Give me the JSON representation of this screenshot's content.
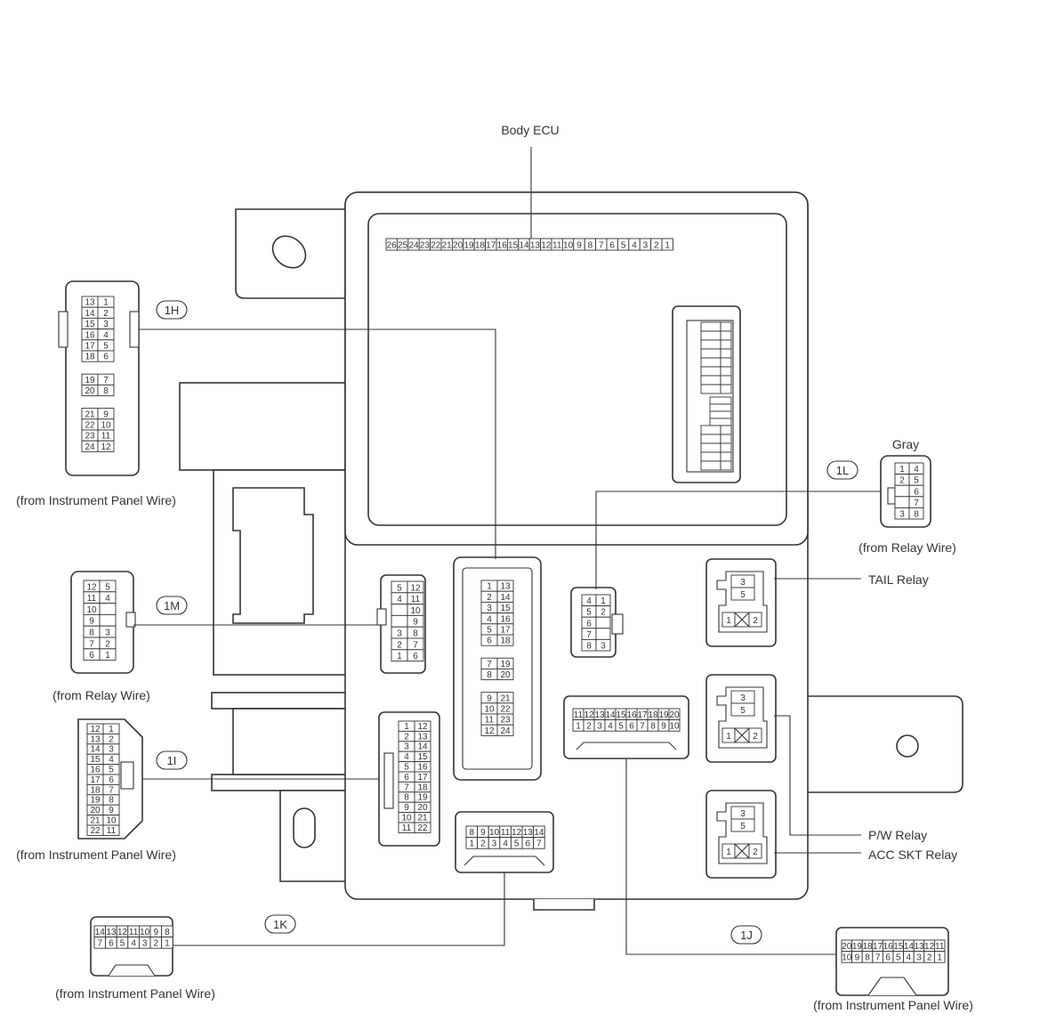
{
  "title": "Body ECU",
  "labels": {
    "gray": "Gray",
    "from_ip_wire": "(from Instrument Panel Wire)",
    "from_relay_wire": "(from Relay Wire)"
  },
  "relays": {
    "tail": "TAIL Relay",
    "pw": "P/W Relay",
    "acc": "ACC SKT Relay"
  },
  "relay_pins": {
    "top": "3",
    "mid": "5",
    "left": "1",
    "right": "2"
  },
  "connectors": {
    "1H": "1H",
    "1I": "1I",
    "1J": "1J",
    "1K": "1K",
    "1L": "1L",
    "1M": "1M"
  },
  "pins": {
    "ecu_top_row": [
      "26",
      "25",
      "24",
      "23",
      "22",
      "21",
      "20",
      "19",
      "18",
      "17",
      "16",
      "15",
      "14",
      "13",
      "12",
      "11",
      "10",
      "9",
      "8",
      "7",
      "6",
      "5",
      "4",
      "3",
      "2",
      "1"
    ],
    "h_ext": [
      [
        "13",
        "1"
      ],
      [
        "14",
        "2"
      ],
      [
        "15",
        "3"
      ],
      [
        "16",
        "4"
      ],
      [
        "17",
        "5"
      ],
      [
        "18",
        "6"
      ],
      null,
      [
        "19",
        "7"
      ],
      [
        "20",
        "8"
      ],
      null,
      [
        "21",
        "9"
      ],
      [
        "22",
        "10"
      ],
      [
        "23",
        "11"
      ],
      [
        "24",
        "12"
      ]
    ],
    "h_int": [
      [
        "1",
        "13"
      ],
      [
        "2",
        "14"
      ],
      [
        "3",
        "15"
      ],
      [
        "4",
        "16"
      ],
      [
        "5",
        "17"
      ],
      [
        "6",
        "18"
      ],
      null,
      [
        "7",
        "19"
      ],
      [
        "8",
        "20"
      ],
      null,
      [
        "9",
        "21"
      ],
      [
        "10",
        "22"
      ],
      [
        "11",
        "23"
      ],
      [
        "12",
        "24"
      ]
    ],
    "m_ext": [
      [
        "12",
        "5"
      ],
      [
        "11",
        "4"
      ],
      [
        "10",
        ""
      ],
      [
        "9",
        ""
      ],
      [
        "8",
        "3"
      ],
      [
        "7",
        "2"
      ],
      [
        "6",
        "1"
      ]
    ],
    "m_int": [
      [
        "5",
        "12"
      ],
      [
        "4",
        "11"
      ],
      [
        "",
        "10"
      ],
      [
        "",
        "9"
      ],
      [
        "3",
        "8"
      ],
      [
        "2",
        "7"
      ],
      [
        "1",
        "6"
      ]
    ],
    "l_ext": [
      [
        "1",
        "4"
      ],
      [
        "2",
        "5"
      ],
      [
        "",
        "6"
      ],
      [
        "",
        "7"
      ],
      [
        "3",
        "8"
      ]
    ],
    "l_int": [
      [
        "4",
        "1"
      ],
      [
        "5",
        "2"
      ],
      [
        "6",
        ""
      ],
      [
        "7",
        ""
      ],
      [
        "8",
        "3"
      ]
    ],
    "i_ext": [
      [
        "12",
        "1"
      ],
      [
        "13",
        "2"
      ],
      [
        "14",
        "3"
      ],
      [
        "15",
        "4"
      ],
      [
        "16",
        "5"
      ],
      [
        "17",
        "6"
      ],
      [
        "18",
        "7"
      ],
      [
        "19",
        "8"
      ],
      [
        "20",
        "9"
      ],
      [
        "21",
        "10"
      ],
      [
        "22",
        "11"
      ]
    ],
    "i_int": [
      [
        "1",
        "12"
      ],
      [
        "2",
        "13"
      ],
      [
        "3",
        "14"
      ],
      [
        "4",
        "15"
      ],
      [
        "5",
        "16"
      ],
      [
        "6",
        "17"
      ],
      [
        "7",
        "18"
      ],
      [
        "8",
        "19"
      ],
      [
        "9",
        "20"
      ],
      [
        "10",
        "21"
      ],
      [
        "11",
        "22"
      ]
    ],
    "k_int": [
      [
        "8",
        "9",
        "10",
        "11",
        "12",
        "13",
        "14"
      ],
      [
        "1",
        "2",
        "3",
        "4",
        "5",
        "6",
        "7"
      ]
    ],
    "k_ext": [
      [
        "14",
        "13",
        "12",
        "11",
        "10",
        "9",
        "8"
      ],
      [
        "7",
        "6",
        "5",
        "4",
        "3",
        "2",
        "1"
      ]
    ],
    "j_int": [
      [
        "11",
        "12",
        "13",
        "14",
        "15",
        "16",
        "17",
        "18",
        "19",
        "20"
      ],
      [
        "1",
        "2",
        "3",
        "4",
        "5",
        "6",
        "7",
        "8",
        "9",
        "10"
      ]
    ],
    "j_ext": [
      [
        "20",
        "19",
        "18",
        "17",
        "16",
        "15",
        "14",
        "13",
        "12",
        "11"
      ],
      [
        "10",
        "9",
        "8",
        "7",
        "6",
        "5",
        "4",
        "3",
        "2",
        "1"
      ]
    ]
  }
}
